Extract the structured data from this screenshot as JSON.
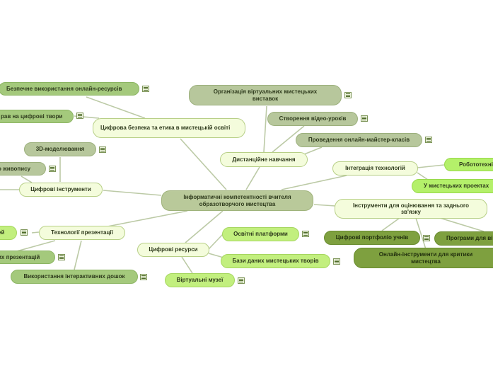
{
  "map": {
    "root": "Інформатичні компетентності вчителя образотворчого мистецтва",
    "ethics": {
      "title": "Цифрова безпека та етика в мистецькій освіті",
      "safe_use": "Безпечне використання онлайн-ресурсів",
      "rights": "рав на цифрові твори"
    },
    "distance": {
      "title": "Дистанційне навчання",
      "exhibitions": "Організація віртуальних мистецьких виставок",
      "video": "Створення відео-уроків",
      "masterclass": "Проведення онлайн-майстер-класів"
    },
    "tools": {
      "title": "Цифрові інструменти",
      "modeling": "3D-моделювання",
      "painting": "о живопису"
    },
    "presentation": {
      "title": "Технології презентації",
      "item1": "ей",
      "item2": "их презентацій",
      "boards": "Використання інтерактивних дошок"
    },
    "resources": {
      "title": "Цифрові ресурси",
      "platforms": "Освітні платформи",
      "databases": "Бази даних мистецьких творів",
      "museums": "Віртуальні музеї"
    },
    "integration": {
      "title": "Інтеграція технологій",
      "robotics": "Робототехні",
      "projects": "У мистецьких проектах"
    },
    "assessment": {
      "title": "Інструменти для оцінювання та заднього зв'язку",
      "portfolio": "Цифрові портфоліо учнів",
      "programs": "Програми для ві",
      "critique": "Онлайн-інструменти для критики мистецтва"
    }
  }
}
